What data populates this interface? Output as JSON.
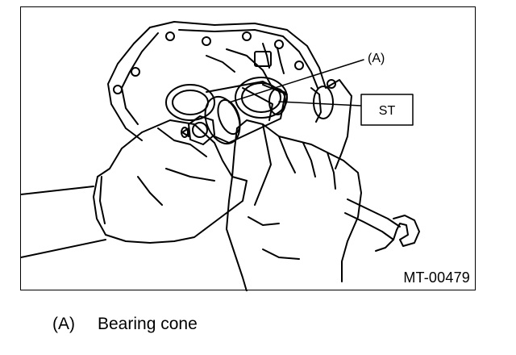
{
  "figure": {
    "code": "MT-00479",
    "callouts": {
      "a": "(A)",
      "st": "ST"
    }
  },
  "legend": [
    {
      "key": "(A)",
      "text": "Bearing cone"
    }
  ]
}
